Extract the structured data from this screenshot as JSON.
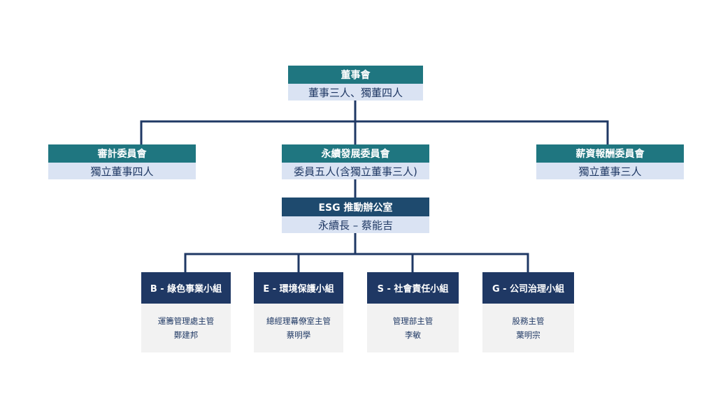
{
  "colors": {
    "board_header": "#1f7680",
    "esg_header": "#1e4a6e",
    "group_header": "#1f3864",
    "sub_bg": "#dae3f3",
    "group_body_bg": "#f2f2f2",
    "line": "#1f3864"
  },
  "board": {
    "title": "董事會",
    "subtitle": "董事三人、獨董四人"
  },
  "committees": [
    {
      "title": "審計委員會",
      "subtitle": "獨立董事四人"
    },
    {
      "title": "永續發展委員會",
      "subtitle": "委員五人(含獨立董事三人)"
    },
    {
      "title": "薪資報酬委員會",
      "subtitle": "獨立董事三人"
    }
  ],
  "esg_office": {
    "title": "ESG 推動辦公室",
    "subtitle": "永續長 – 蔡能吉"
  },
  "groups": [
    {
      "title": "B - 綠色事業小組",
      "role": "運籌管理處主管",
      "person": "鄭建邦"
    },
    {
      "title": "E - 環境保護小組",
      "role": "總經理幕僚室主管",
      "person": "蔡明學"
    },
    {
      "title": "S - 社會責任小組",
      "role": "管理部主管",
      "person": "李敏"
    },
    {
      "title": "G - 公司治理小組",
      "role": "股務主管",
      "person": "葉明宗"
    }
  ]
}
